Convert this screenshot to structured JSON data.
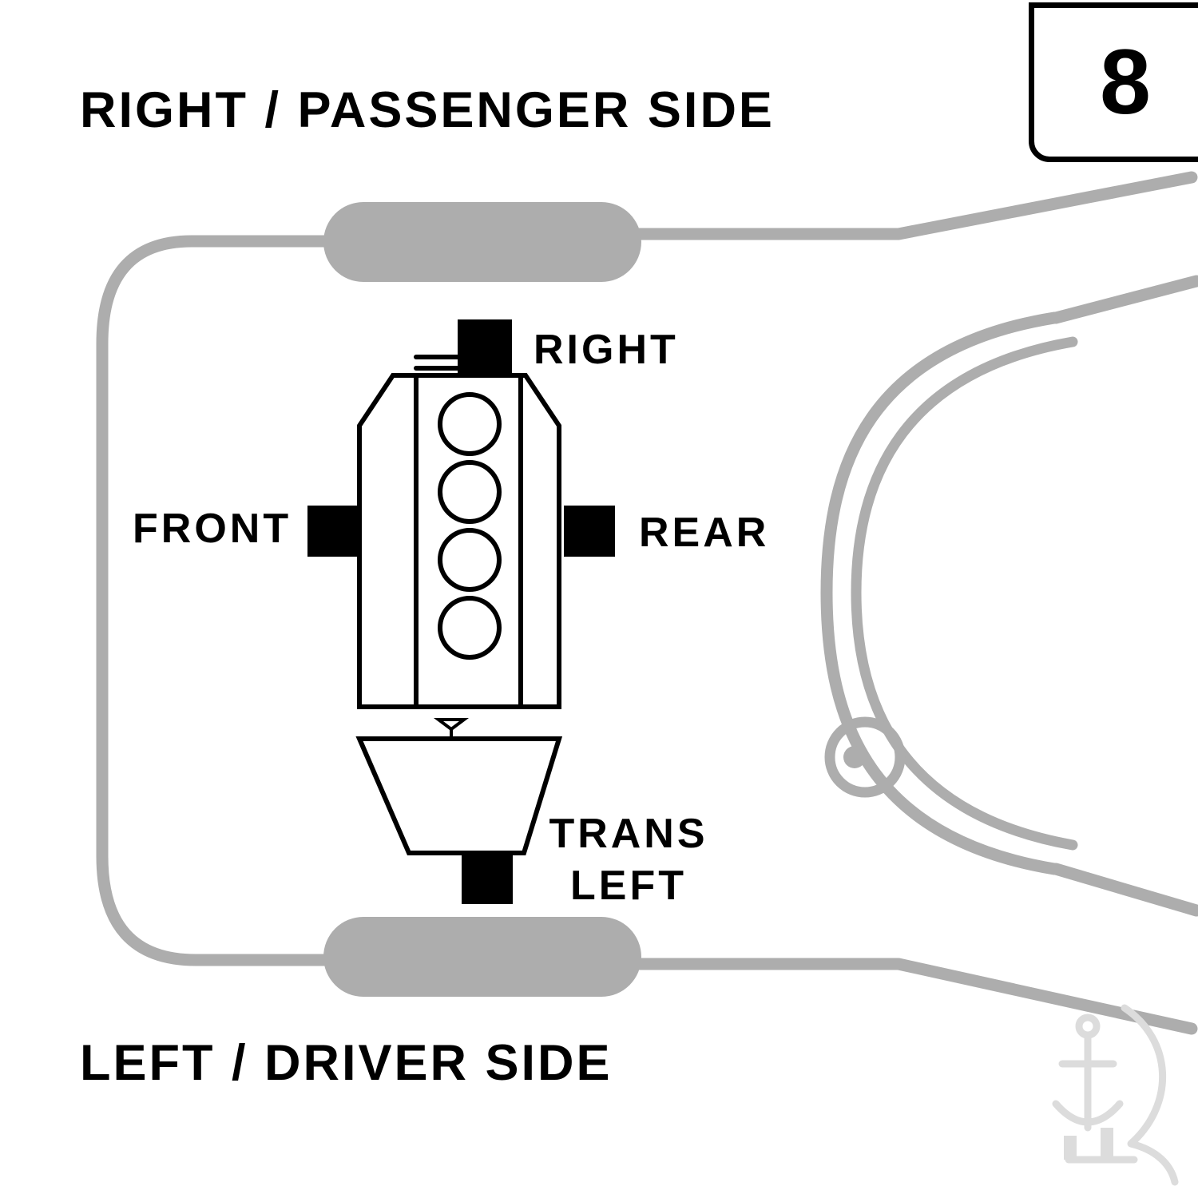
{
  "labels": {
    "top": "RIGHT / PASSENGER SIDE",
    "bottom": "LEFT / DRIVER SIDE"
  },
  "page_number": "8",
  "mounts": {
    "right": "RIGHT",
    "front": "FRONT",
    "rear": "REAR",
    "trans_line1": "TRANS",
    "trans_line2": "LEFT"
  },
  "colors": {
    "car_outline_gray": "#ADADAD",
    "engine_line_black": "#000000",
    "mount_fill_black": "#000000",
    "watermark_gray": "#DCDCDC"
  }
}
